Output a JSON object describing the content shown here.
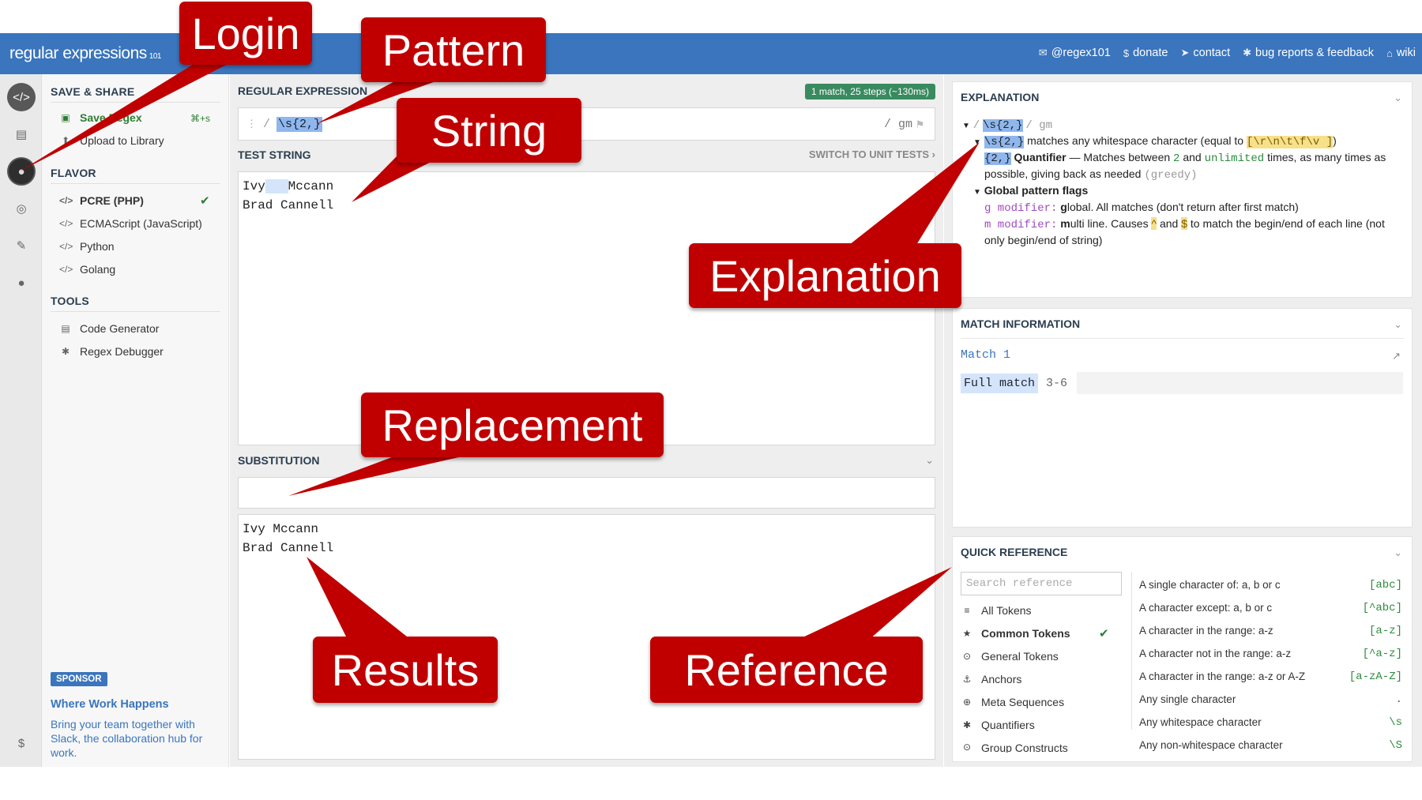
{
  "topbar": {
    "logo_main": "regular expressions",
    "logo_sub": "101",
    "links": [
      {
        "icon": "twitter-icon",
        "glyph": "✉",
        "label": "@regex101"
      },
      {
        "icon": "dollar-icon",
        "glyph": "$",
        "label": "donate"
      },
      {
        "icon": "send-icon",
        "glyph": "➤",
        "label": "contact"
      },
      {
        "icon": "bug-icon",
        "glyph": "✱",
        "label": "bug reports & feedback"
      },
      {
        "icon": "library-icon",
        "glyph": "⌂",
        "label": "wiki"
      }
    ]
  },
  "iconbar": {
    "items": [
      {
        "icon": "code-icon",
        "glyph": "</>"
      },
      {
        "icon": "library-icon",
        "glyph": "▤"
      },
      {
        "icon": "avatar-icon",
        "glyph": "●"
      },
      {
        "icon": "gamepad-icon",
        "glyph": "◎"
      },
      {
        "icon": "wrench-icon",
        "glyph": "✎"
      },
      {
        "icon": "chat-icon",
        "glyph": "●"
      },
      {
        "icon": "dollar-icon",
        "glyph": "$"
      }
    ]
  },
  "sidebar": {
    "save_share_heading": "SAVE & SHARE",
    "save_regex": "Save Regex",
    "save_shortcut": "⌘+s",
    "upload_library": "Upload to Library",
    "flavor_heading": "FLAVOR",
    "flavors": [
      "PCRE (PHP)",
      "ECMAScript (JavaScript)",
      "Python",
      "Golang"
    ],
    "tools_heading": "TOOLS",
    "tools": [
      "Code Generator",
      "Regex Debugger"
    ],
    "sponsor_badge": "SPONSOR",
    "sponsor_title": "Where Work Happens",
    "sponsor_text": "Bring your team together with Slack, the collaboration hub for work."
  },
  "main": {
    "regex_heading": "REGULAR EXPRESSION",
    "match_badge": "1 match, 25 steps (~130ms)",
    "regex_delim_open": "/",
    "regex_value": "\\s{2,}",
    "regex_flags": "/ gm",
    "test_heading": "TEST STRING",
    "switch_unit": "SWITCH TO UNIT TESTS ›",
    "test_line1_a": "Ivy",
    "test_line1_ws": "   ",
    "test_line1_b": "Mccann",
    "test_line2": "Brad Cannell",
    "subst_heading": "SUBSTITUTION",
    "result_line1": "Ivy Mccann",
    "result_line2": "Brad Cannell"
  },
  "explanation": {
    "heading": "EXPLANATION",
    "root_slash": "/",
    "root_token": "\\s{2,}",
    "root_flags": "/ gm",
    "ws_token": "\\s{2,}",
    "ws_text": " matches any whitespace character (equal to ",
    "ws_class": "[\\r\\n\\t\\f\\v ]",
    "ws_close": ")",
    "q_token": "{2,}",
    "q_label": "Quantifier",
    "q_text1": " — Matches between ",
    "q_num": "2",
    "q_and": " and ",
    "q_unlimited": "unlimited",
    "q_text2": " times, as many times as possible, giving back as needed ",
    "q_greedy": "(greedy)",
    "flags_label": "Global pattern flags",
    "g_mod": "g modifier:",
    "g_bold": " g",
    "g_text": "lobal. All matches (don't return after first match)",
    "m_mod": "m modifier:",
    "m_bold": " m",
    "m_text1": "ulti line. Causes ",
    "m_caret": "^",
    "m_and": " and ",
    "m_dollar": "$",
    "m_text2": " to match the begin/end of each line (not only begin/end of string)"
  },
  "match_info": {
    "heading": "MATCH INFORMATION",
    "match_label": "Match 1",
    "full_match": "Full match",
    "range": "3-6"
  },
  "quick_reference": {
    "heading": "QUICK REFERENCE",
    "search_placeholder": "Search reference",
    "categories": [
      {
        "icon": "database-icon",
        "glyph": "≡",
        "label": "All Tokens"
      },
      {
        "icon": "star-icon",
        "glyph": "★",
        "label": "Common Tokens"
      },
      {
        "icon": "target-icon",
        "glyph": "⊙",
        "label": "General Tokens"
      },
      {
        "icon": "anchor-icon",
        "glyph": "⚓",
        "label": "Anchors"
      },
      {
        "icon": "globe-icon",
        "glyph": "⊕",
        "label": "Meta Sequences"
      },
      {
        "icon": "asterisk-icon",
        "glyph": "✱",
        "label": "Quantifiers"
      },
      {
        "icon": "group-icon",
        "glyph": "⊙",
        "label": "Group Constructs"
      }
    ],
    "entries": [
      {
        "desc": "A single character of: a, b or c",
        "token": "[abc]"
      },
      {
        "desc": "A character except: a, b or c",
        "token": "[^abc]"
      },
      {
        "desc": "A character in the range: a-z",
        "token": "[a-z]"
      },
      {
        "desc": "A character not in the range: a-z",
        "token": "[^a-z]"
      },
      {
        "desc": "A character in the range: a-z or A-Z",
        "token": "[a-zA-Z]"
      },
      {
        "desc": "Any single character",
        "token": "."
      },
      {
        "desc": "Any whitespace character",
        "token": "\\s"
      },
      {
        "desc": "Any non-whitespace character",
        "token": "\\S"
      }
    ]
  },
  "callouts": {
    "login": "Login",
    "pattern": "Pattern",
    "string": "String",
    "explanation": "Explanation",
    "replacement": "Replacement",
    "results": "Results",
    "reference": "Reference"
  },
  "colors": {
    "topbar": "#3a75bd",
    "callout": "#c00000",
    "match_badge": "#398b5f",
    "regex_highlight": "#8fb7ee"
  }
}
